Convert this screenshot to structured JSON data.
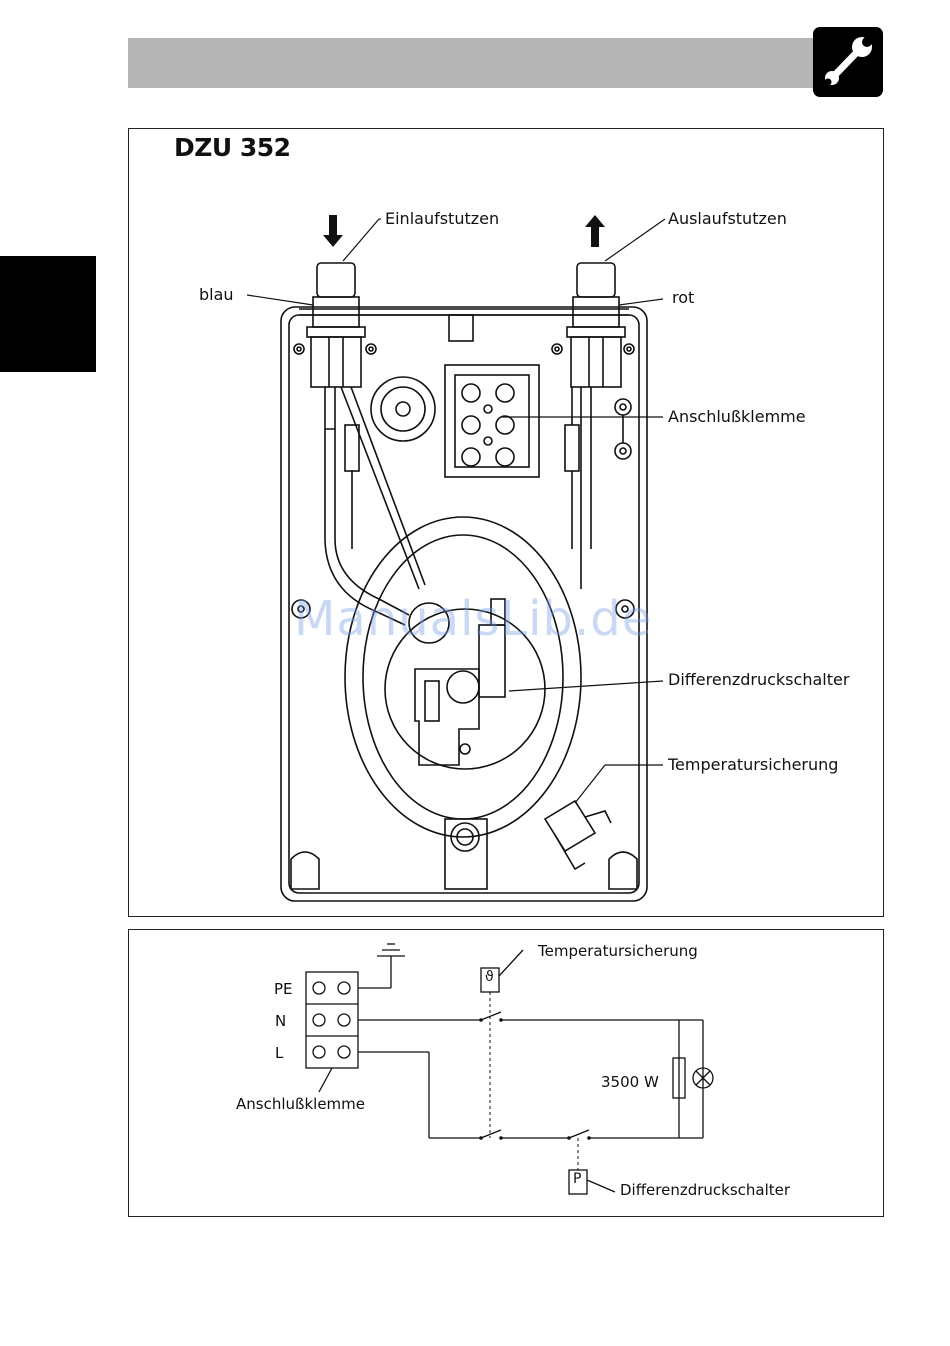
{
  "page": {
    "watermark": "ManualsLib.de"
  },
  "header": {
    "icon": "wrench-icon"
  },
  "device_drawing": {
    "title": "DZU 352",
    "labels": {
      "inlet": "Einlaufstutzen",
      "outlet": "Auslaufstutzen",
      "blue": "blau",
      "red": "rot",
      "terminal": "Anschlußklemme",
      "pressure_switch": "Differenzdruckschalter",
      "thermal_fuse": "Temperatursicherung"
    }
  },
  "wiring_diagram": {
    "terminals": {
      "pe": "PE",
      "n": "N",
      "l": "L"
    },
    "terminal_label": "Anschlußklemme",
    "thermal_fuse_label": "Temperatursicherung",
    "thermal_fuse_symbol": "ϑ",
    "pressure_switch_label": "Differenzdruckschalter",
    "pressure_switch_symbol": "P",
    "power": "3500 W"
  }
}
